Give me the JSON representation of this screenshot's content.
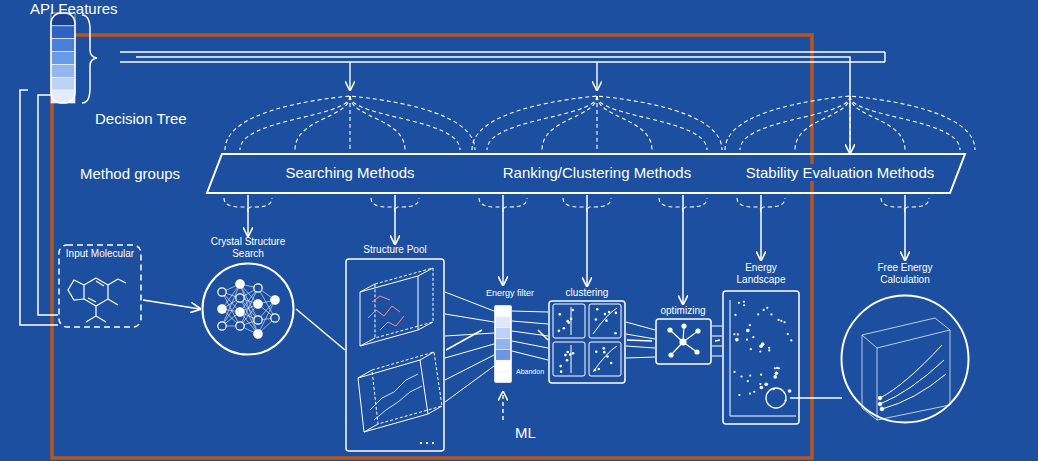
{
  "diagram": {
    "nodes": [
      {
        "text": [
          "API Features"
        ]
      },
      {
        "text": [
          "Method groups",
          "Searching Methods",
          "Ranking/Clustering Methods",
          "Stability Evaluation Methods"
        ]
      },
      {
        "text": [
          "Input Molecular"
        ]
      },
      {
        "text": [
          "Crystal Structure Search"
        ]
      },
      {
        "text": [
          "Structure Pool"
        ]
      },
      {
        "text": [
          "Energy filter",
          "Abandon"
        ]
      },
      {
        "text": [
          "clustering"
        ]
      },
      {
        "text": [
          "optimizing"
        ]
      },
      {
        "text": [
          "Energy Landscape"
        ]
      },
      {
        "text": [
          "Free Energy Calculation"
        ]
      }
    ],
    "edges": [
      {
        "from": 0,
        "to": 1,
        "arrow": "to"
      },
      {
        "from": 0,
        "to": 2,
        "arrow": "none"
      },
      {
        "from": 1,
        "to": 3,
        "arrow": "to"
      },
      {
        "from": 1,
        "to": 4,
        "arrow": "to"
      },
      {
        "from": 1,
        "to": 5,
        "arrow": "to"
      },
      {
        "from": 1,
        "to": 6,
        "arrow": "to"
      },
      {
        "from": 1,
        "to": 7,
        "arrow": "to"
      },
      {
        "from": 1,
        "to": 8,
        "arrow": "to"
      },
      {
        "from": 1,
        "to": 9,
        "arrow": "to"
      },
      {
        "from": 2,
        "to": 3,
        "arrow": "to"
      },
      {
        "from": 3,
        "to": 4,
        "arrow": "none"
      },
      {
        "from": 4,
        "to": 5,
        "arrow": "none"
      },
      {
        "from": 5,
        "to": 6,
        "arrow": "none"
      },
      {
        "from": 6,
        "to": 7,
        "arrow": "none"
      },
      {
        "from": 7,
        "to": 8,
        "arrow": "none"
      },
      {
        "from": 8,
        "to": 9,
        "arrow": "none"
      }
    ],
    "labels": [
      "Decision Tree",
      "ML"
    ]
  }
}
